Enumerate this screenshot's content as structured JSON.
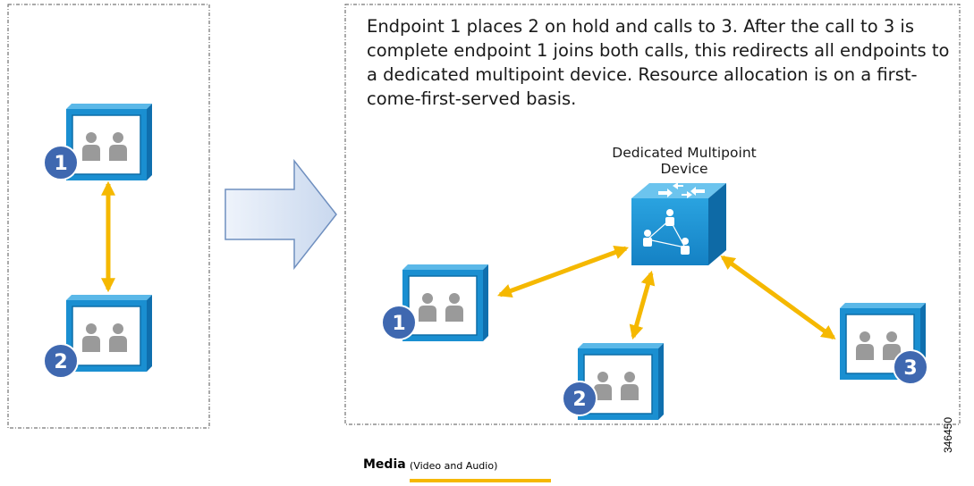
{
  "description": "Endpoint 1 places 2 on hold and calls to 3. After the call to 3 is complete endpoint 1 joins both calls, this redirects all endpoints to a dedicated multipoint device. Resource allocation is on a first-come-first-served basis.",
  "device_label": "Dedicated Multipoint Device",
  "endpoints": {
    "left_1": "1",
    "left_2": "2",
    "right_1": "1",
    "right_2": "2",
    "right_3": "3"
  },
  "legend": {
    "title": "Media",
    "subtitle": "(Video and Audio)",
    "color": "#f5b800"
  },
  "figure_id": "346450",
  "colors": {
    "screen_blue": "#1a8fd1",
    "screen_dark": "#0d6ea8",
    "badge": "#3f68b0",
    "media": "#f5b800",
    "arrow_fill": "#dbe6f5",
    "arrow_stroke": "#6f8fbf"
  }
}
